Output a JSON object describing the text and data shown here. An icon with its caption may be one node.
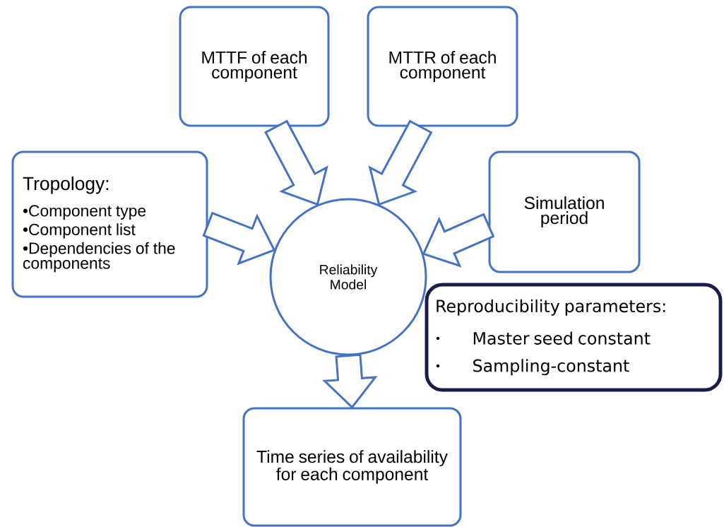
{
  "diagram": {
    "nodes": [
      {
        "text": [
          "Tropology:",
          "•Component type",
          "•Component list",
          "•Dependencies of the components"
        ]
      },
      {
        "text": [
          "MTTF of each component"
        ]
      },
      {
        "text": [
          "MTTR of each component"
        ]
      },
      {
        "text": [
          "Simulation period"
        ]
      },
      {
        "text": [
          "Reliability Model"
        ]
      },
      {
        "text": [
          "Reproducibility parameters:",
          "Master seed constant",
          "Sampling-constant"
        ]
      },
      {
        "text": [
          "Time series of availability for each component"
        ]
      }
    ],
    "edges": [
      {
        "from": 0,
        "to": 4,
        "arrow": "to"
      },
      {
        "from": 1,
        "to": 4,
        "arrow": "to"
      },
      {
        "from": 2,
        "to": 4,
        "arrow": "to"
      },
      {
        "from": 3,
        "to": 4,
        "arrow": "to"
      },
      {
        "from": 4,
        "to": 6,
        "arrow": "to"
      }
    ]
  }
}
